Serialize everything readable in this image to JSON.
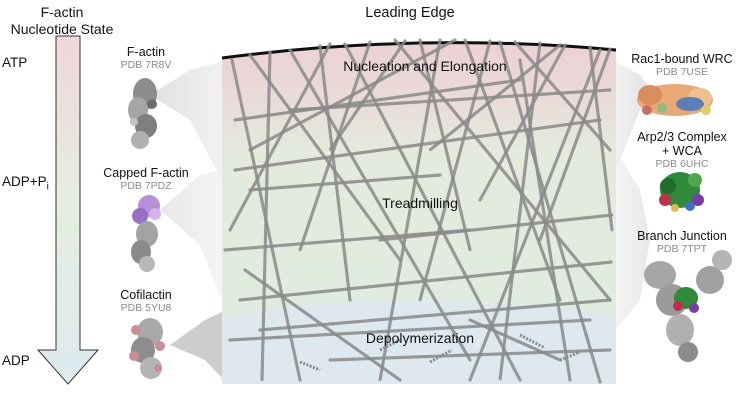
{
  "header": {
    "left_title_line1": "F-actin",
    "left_title_line2": "Nucleotide State",
    "center_title": "Leading Edge"
  },
  "nucleotide_states": {
    "atp": "ATP",
    "adp_pi_main": "ADP+P",
    "adp_pi_sub": "i",
    "adp": "ADP"
  },
  "left_structures": [
    {
      "name": "F-actin",
      "pdb": "PDB 7R8V"
    },
    {
      "name": "Capped F-actin",
      "pdb": "PDB 7PDZ"
    },
    {
      "name": "Cofilactin",
      "pdb": "PDB 5YU8"
    }
  ],
  "right_structures": [
    {
      "name": "Rac1-bound WRC",
      "pdb": "PDB 7USE"
    },
    {
      "name_line1": "Arp2/3 Complex",
      "name_line2": "+ WCA",
      "pdb": "PDB 6UHC"
    },
    {
      "name": "Branch Junction",
      "pdb": "PDB 7TPT"
    }
  ],
  "zones": {
    "top": "Nucleation and Elongation",
    "middle": "Treadmilling",
    "bottom": "Depolymerization"
  },
  "colors": {
    "zone_top": "#ecd3d6",
    "zone_middle": "#e3ebde",
    "zone_bottom": "#dde9ee",
    "filament": "#8a8a8a",
    "protein_gray": "#9a9a9a",
    "capping": "#b48ad6",
    "cofilin": "#c98f95",
    "arp_green": "#2f8a3a",
    "arp_red": "#c0304a",
    "wrc_orange": "#e8a070"
  }
}
